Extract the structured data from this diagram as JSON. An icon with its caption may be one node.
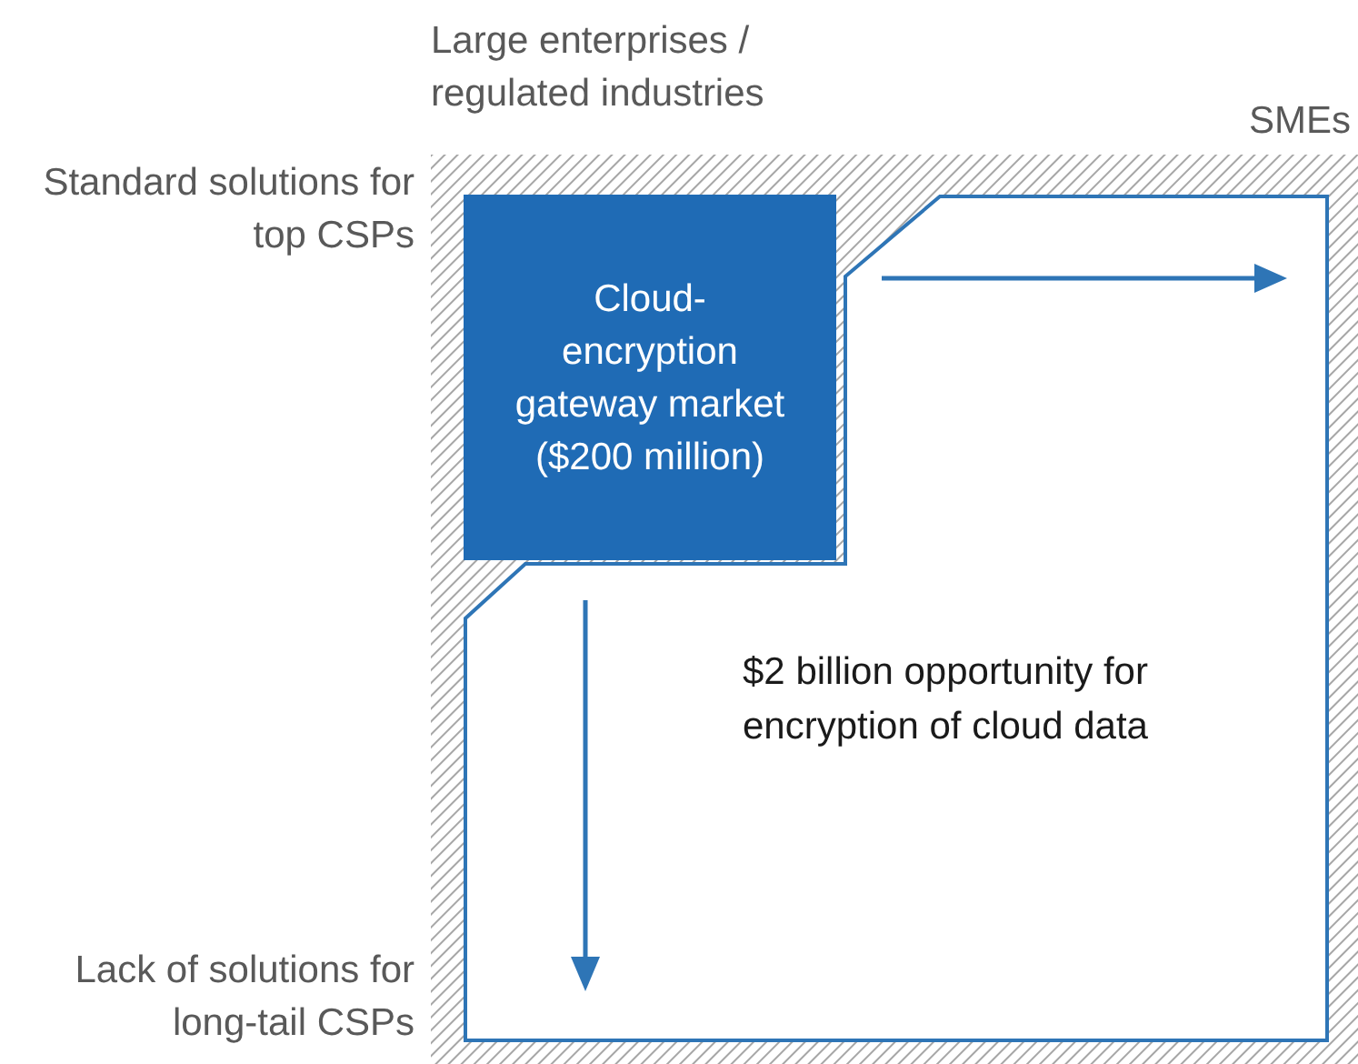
{
  "diagram": {
    "nodes": [
      {
        "text": [],
        "shape": "box"
      },
      {
        "text": [
          "$2 billion opportunity for encryption of cloud data"
        ],
        "in": 0
      },
      {
        "text": [
          "Cloud-encryption gateway market ($200 million)"
        ],
        "in": 0
      }
    ],
    "labels": [
      "Large enterprises / regulated industries",
      "SMEs",
      "Standard solutions for top CSPs",
      "Lack of solutions for long-tail CSPs"
    ]
  }
}
